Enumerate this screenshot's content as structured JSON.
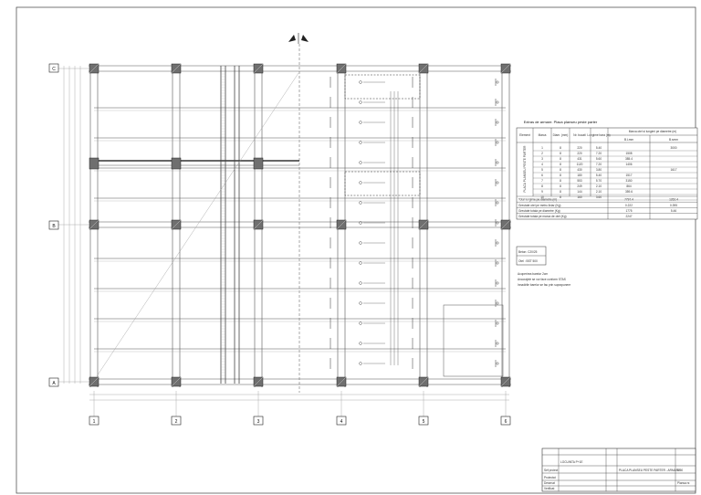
{
  "axes": {
    "rows": [
      "C",
      "B",
      "A"
    ],
    "cols": [
      "1",
      "2",
      "3",
      "4",
      "5",
      "6"
    ]
  },
  "table": {
    "title": "Extras de armare. Placa planseu peste parter",
    "header": {
      "element": "Element",
      "marca": "Marca",
      "diam": "Diam. (mm)",
      "buc": "Nr. bucati",
      "lung": "Lungime bara (m)",
      "group": "Marca otel si lungimi pe diametre (m)",
      "ba": "B.Lmm",
      "bs": "B.smm"
    },
    "element_label": "PLACA PLANSEU PESTE PARTER",
    "rows": [
      [
        "1",
        "8",
        "220",
        "5.40",
        "",
        "3000"
      ],
      [
        "2",
        "8",
        "220",
        "7.20",
        "1508",
        ""
      ],
      [
        "3",
        "8",
        "431",
        "5.60",
        "385.4",
        ""
      ],
      [
        "4",
        "8",
        "1120",
        "7.20",
        "1406",
        ""
      ],
      [
        "5",
        "8",
        "430",
        "3.80",
        "",
        "1617"
      ],
      [
        "6",
        "8",
        "180",
        "5.40",
        "1517",
        ""
      ],
      [
        "7",
        "8",
        "553",
        "5.70",
        "3150",
        ""
      ],
      [
        "8",
        "8",
        "249",
        "2.10",
        "864",
        ""
      ],
      [
        "9",
        "8",
        "144",
        "2.10",
        "359.6",
        ""
      ],
      [
        "10",
        "8",
        "160",
        "3.60",
        "",
        ""
      ]
    ],
    "summary": [
      [
        "Total lungime pe diametre (m)",
        "7797.4",
        "1262.4"
      ],
      [
        "Greutate otel pe metru liniar (Kg)",
        "0.222",
        "0.395"
      ],
      [
        "Greutate totala pe diametre (Kg)",
        "1775",
        "5.46"
      ],
      [
        "Greutate totala pe marca de otel (Kg)",
        "2247",
        ""
      ]
    ]
  },
  "notes": {
    "box": [
      "Beton: C20/25",
      "Otel : BST 500"
    ],
    "lines": [
      "Acoperirea barelor 2cm",
      "Ancorajele se vor face conform STAS",
      "Innadirile barelor se fac prin suprapunere"
    ]
  },
  "titleblock": {
    "project": "LOCUINTA P+1E",
    "drawing": "PLACA PLANSEU PESTE PARTER - ARMARE",
    "scale": "1:50",
    "plan": "Plansa nr.",
    "rows": [
      "Sef proiect",
      "Proiectat",
      "Desenat",
      "Verificat"
    ]
  },
  "colors": {
    "line": "#555555",
    "grid": "#9a9a9a",
    "column": "#6f6f6f",
    "paper": "#ffffff"
  }
}
